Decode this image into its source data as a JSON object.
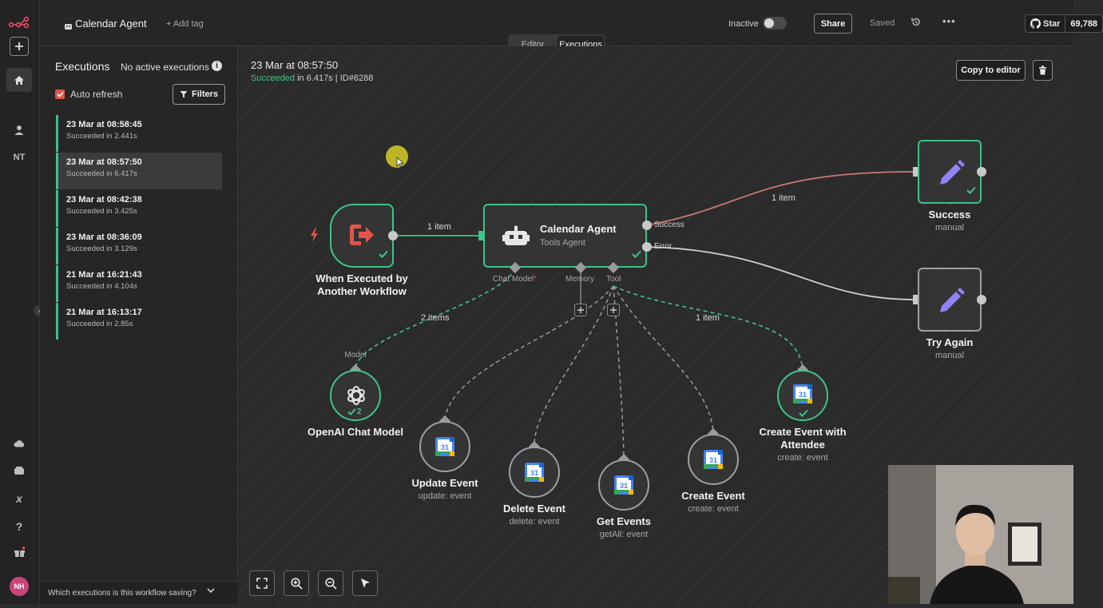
{
  "rail": {
    "icons": [
      "n8n-logo-icon",
      "add-icon",
      "home-icon",
      "user-icon",
      "cloud-icon",
      "templates-icon",
      "variables-icon",
      "help-icon",
      "gift-icon"
    ],
    "project_initials": "NT",
    "avatar_initials": "NH"
  },
  "header": {
    "workflow_title": "Calendar Agent",
    "add_tag": "+ Add tag",
    "status_label": "Inactive",
    "share_label": "Share",
    "saved_label": "Saved",
    "github_star_label": "Star",
    "github_star_count": "69,788"
  },
  "tabs": [
    {
      "label": "Editor",
      "active": false
    },
    {
      "label": "Executions",
      "active": true
    }
  ],
  "sidebar": {
    "title": "Executions",
    "no_active": "No active executions",
    "auto_refresh_label": "Auto refresh",
    "auto_refresh_checked": true,
    "filters_label": "Filters",
    "executions": [
      {
        "date": "23 Mar at 08:58:45",
        "status": "Succeeded in 2.441s",
        "selected": false
      },
      {
        "date": "23 Mar at 08:57:50",
        "status": "Succeeded in 6.417s",
        "selected": true
      },
      {
        "date": "23 Mar at 08:42:38",
        "status": "Succeeded in 3.425s",
        "selected": false
      },
      {
        "date": "23 Mar at 08:36:09",
        "status": "Succeeded in 3.129s",
        "selected": false
      },
      {
        "date": "21 Mar at 16:21:43",
        "status": "Succeeded in 4.104s",
        "selected": false
      },
      {
        "date": "21 Mar at 16:13:17",
        "status": "Succeeded in 2.85s",
        "selected": false
      }
    ],
    "footer_question": "Which executions is this workflow saving?"
  },
  "execution_detail": {
    "timestamp": "23 Mar at 08:57:50",
    "status_word": "Succeeded",
    "status_rest": "in 6.417s | ID#6288",
    "copy_to_editor": "Copy to editor"
  },
  "nodes": {
    "trigger": {
      "title_line1": "When Executed by",
      "title_line2": "Another Workflow"
    },
    "agent": {
      "title": "Calendar Agent",
      "subtitle": "Tools Agent",
      "port_success": "Success",
      "port_error": "Error",
      "port_chat_model": "Chat Model",
      "port_memory": "Memory",
      "port_tool": "Tool",
      "required_mark": "*"
    },
    "success": {
      "title": "Success",
      "subtitle": "manual"
    },
    "try_again": {
      "title": "Try Again",
      "subtitle": "manual"
    },
    "openai": {
      "title": "OpenAI Chat Model",
      "port": "Model",
      "badge": "2"
    },
    "update_event": {
      "title": "Update Event",
      "subtitle": "update: event"
    },
    "delete_event": {
      "title": "Delete Event",
      "subtitle": "delete: event"
    },
    "get_events": {
      "title": "Get Events",
      "subtitle": "getAll: event"
    },
    "create_event": {
      "title": "Create Event",
      "subtitle": "create: event"
    },
    "create_attendee": {
      "title_line1": "Create Event with",
      "title_line2": "Attendee",
      "subtitle": "create: event"
    }
  },
  "edges": {
    "trigger_to_agent": "1 item",
    "agent_to_success": "1 item",
    "model_to_agent": "2 items",
    "attendee_to_agent": "1 item"
  },
  "colors": {
    "success_green": "#3ec486",
    "error_red": "#e2534b",
    "node_border": "#9aa0a6",
    "accent_purple": "#7b6ef0"
  }
}
